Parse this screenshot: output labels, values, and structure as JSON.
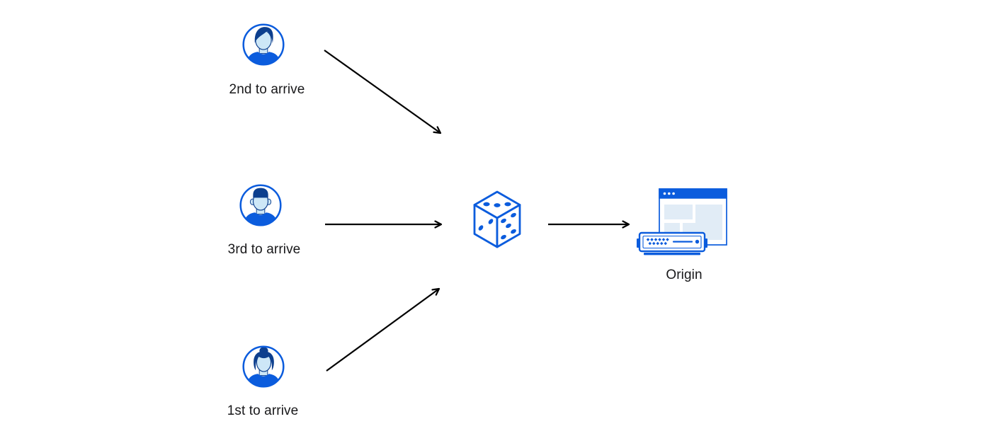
{
  "diagram": {
    "description": "Random request routing diagram: three arriving users point to a dice which points to an Origin server",
    "colors": {
      "primary_blue": "#0b5cdd",
      "dark_navy": "#0d3f8e",
      "face_light_blue": "#cde7f7",
      "panel_light_blue": "#e1ecf6",
      "arrow_black": "#000000",
      "label_text": "#18181a",
      "background": "#ffffff"
    },
    "nodes": {
      "user_second": {
        "label": "2nd to arrive",
        "icon": "male-avatar-swept-hair"
      },
      "user_third": {
        "label": "3rd to arrive",
        "icon": "male-avatar-flat-hair"
      },
      "user_first": {
        "label": "1st to arrive",
        "icon": "female-avatar-bun"
      },
      "randomizer": {
        "icon": "dice-cube"
      },
      "origin": {
        "label": "Origin",
        "icon": "browser-window-and-server"
      }
    },
    "edges": [
      {
        "from": "user_second",
        "to": "randomizer"
      },
      {
        "from": "user_third",
        "to": "randomizer"
      },
      {
        "from": "user_first",
        "to": "randomizer"
      },
      {
        "from": "randomizer",
        "to": "origin"
      }
    ]
  }
}
